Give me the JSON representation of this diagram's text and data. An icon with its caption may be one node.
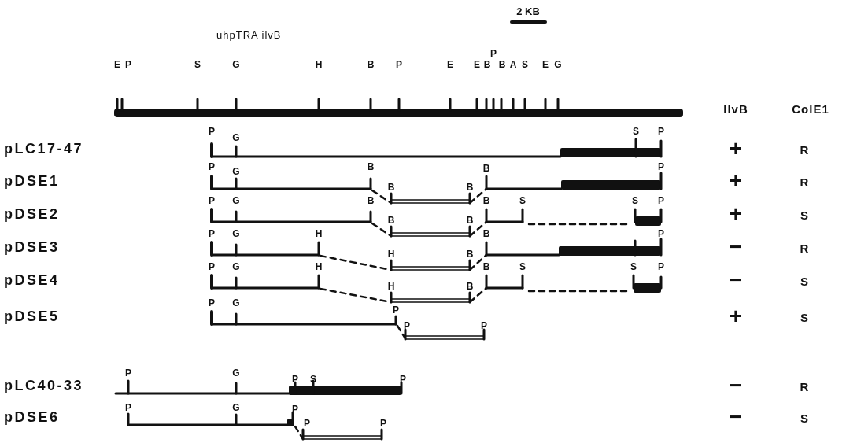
{
  "diagram": {
    "labels": [
      "2 KB",
      "uhpTRA ilvB",
      "E",
      "P",
      "S",
      "G",
      "H",
      "B",
      "P",
      "E",
      "E",
      "B",
      "P",
      "B",
      "A",
      "S",
      "E",
      "G",
      "IlvB",
      "ColE1",
      "pLC17-47",
      "P",
      "G",
      "S",
      "P",
      "+",
      "R",
      "pDSE1",
      "P",
      "G",
      "B",
      "B",
      "B",
      "B",
      "P",
      "+",
      "R",
      "pDSE2",
      "P",
      "G",
      "B",
      "B",
      "B",
      "B",
      "S",
      "S",
      "P",
      "+",
      "S",
      "pDSE3",
      "P",
      "G",
      "H",
      "H",
      "B",
      "B",
      "P",
      "−",
      "R",
      "pDSE4",
      "P",
      "G",
      "H",
      "H",
      "B",
      "B",
      "S",
      "S",
      "P",
      "−",
      "S",
      "pDSE5",
      "P",
      "G",
      "P",
      "P",
      "P",
      "+",
      "S",
      "pLC40-33",
      "P",
      "G",
      "P",
      "S",
      "P",
      "−",
      "R",
      "pDSE6",
      "P",
      "G",
      "P",
      "P",
      "P",
      "−",
      "S"
    ]
  }
}
